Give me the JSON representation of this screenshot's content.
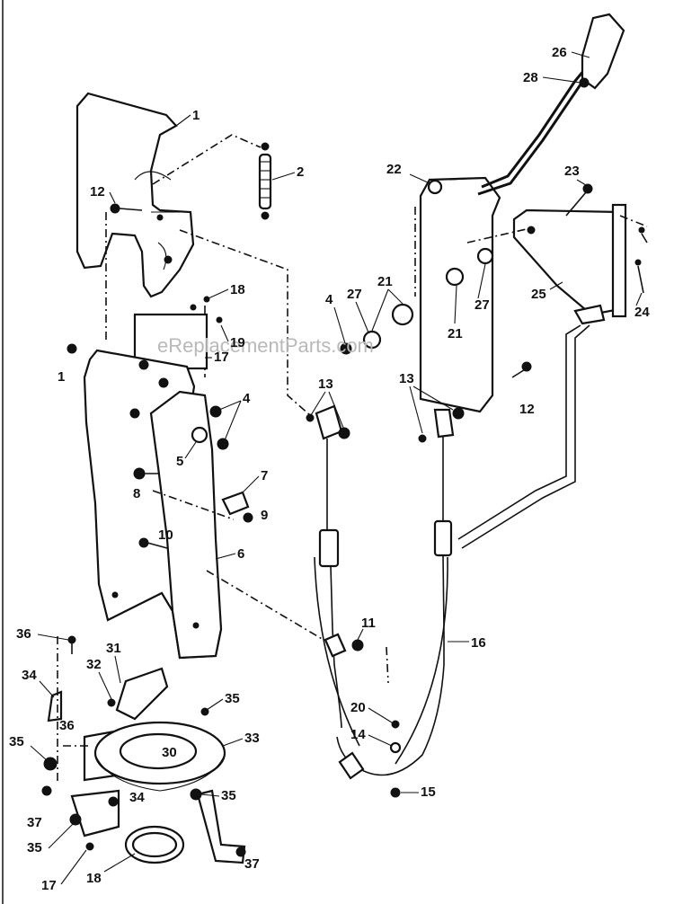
{
  "watermark": "eReplacementParts.com",
  "callouts": [
    "1",
    "2",
    "12",
    "18",
    "19",
    "17",
    "4",
    "5",
    "8",
    "7",
    "9",
    "10",
    "6",
    "13",
    "11",
    "16",
    "20",
    "14",
    "15",
    "22",
    "23",
    "24",
    "25",
    "26",
    "28",
    "21",
    "27",
    "12",
    "13",
    "4",
    "27",
    "21",
    "36",
    "31",
    "32",
    "34",
    "35",
    "36",
    "33",
    "30",
    "34",
    "35",
    "37",
    "35",
    "17",
    "18",
    "37",
    "1"
  ]
}
